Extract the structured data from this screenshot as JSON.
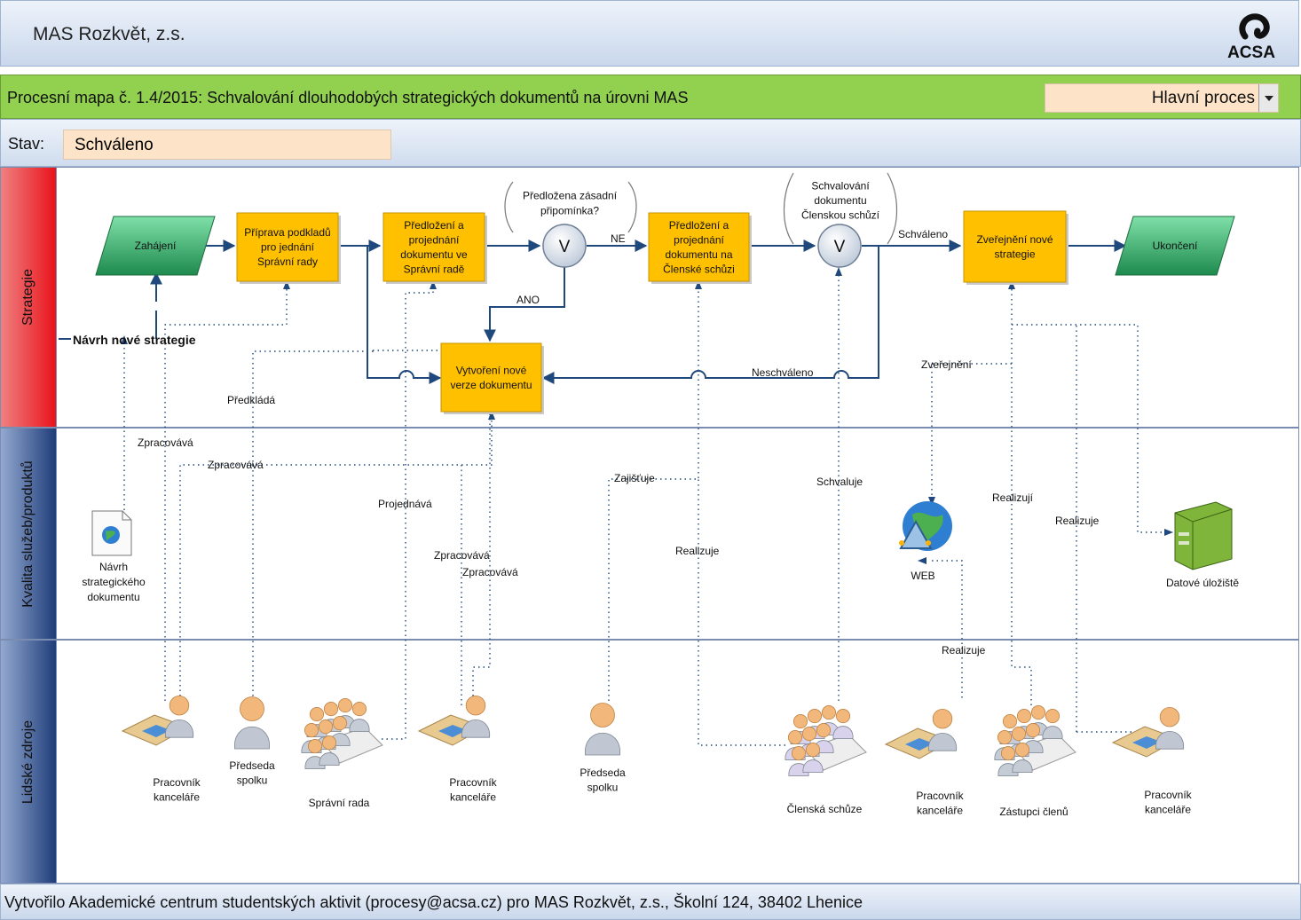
{
  "header": {
    "title": "MAS Rozkvět, z.s.",
    "logo_text": "ACSA"
  },
  "titlebar": {
    "title": "Procesní mapa č. 1.4/2015: Schvalování dlouhodobých strategických dokumentů na úrovni MAS",
    "process_type": "Hlavní proces"
  },
  "state": {
    "label": "Stav:",
    "value": "Schváleno"
  },
  "lanes": {
    "strategy": "Strategie",
    "quality": "Kvalita služeb/produktů",
    "people": "Lidské zdroje"
  },
  "colors": {
    "green_bar": "#92d050",
    "task": "#ffc000",
    "event": "#2e9e5e",
    "lane_strategy": "#e8131b",
    "lane_other": "#1f3d7a",
    "flow": "#1f497d"
  },
  "process": {
    "start": "Zahájení",
    "end": "Ukončení",
    "tasks": {
      "t1": [
        "Příprava podkladů",
        "pro jednání",
        "Správní rady"
      ],
      "t2": [
        "Předložení a",
        "projednání",
        "dokumentu ve",
        "Správní radě"
      ],
      "t3": [
        "Předložení a",
        "projednání",
        "dokumentu na",
        "Členské schůzi"
      ],
      "t4": [
        "Zveřejnění nové",
        "strategie"
      ],
      "t5": [
        "Vytvoření nové",
        "verze dokumentu"
      ]
    },
    "gateways": {
      "g1": "V",
      "g2": "V"
    },
    "gateway_notes": {
      "g1": [
        "Předložena zásadní",
        "připomínka?"
      ],
      "g2": [
        "Schvalování",
        "dokumentu",
        "Členskou schůzí"
      ]
    },
    "flow_labels": {
      "ne": "NE",
      "ano": "ANO",
      "schvaleno": "Schváleno",
      "neschvaleno": "Neschváleno"
    },
    "trigger": "Návrh nové strategie"
  },
  "relations": {
    "zpracovava": "Zpracovává",
    "predklada": "Předkládá",
    "projednava": "Projednává",
    "zajistuje": "Zajišťuje",
    "realizuje": "Realizuje",
    "schvaluje": "Schvaluje",
    "zverejneni": "Zveřejnění",
    "realizuji": "Realizují"
  },
  "products": {
    "doc": [
      "Návrh",
      "strategického",
      "dokumentu"
    ],
    "web": "WEB",
    "storage": "Datové úložiště"
  },
  "people": {
    "pk1": [
      "Pracovník",
      "kanceláře"
    ],
    "ps1": [
      "Předseda",
      "spolku"
    ],
    "sr": "Správní rada",
    "pk2": [
      "Pracovník",
      "kanceláře"
    ],
    "ps2": [
      "Předseda",
      "spolku"
    ],
    "cs": "Členská schůze",
    "pk3": [
      "Pracovník",
      "kanceláře"
    ],
    "zc": "Zástupci členů",
    "pk4": [
      "Pracovník",
      "kanceláře"
    ]
  },
  "footer": {
    "text": "Vytvořilo Akademické centrum studentských aktivit (procesy@acsa.cz) pro MAS Rozkvět, z.s., Školní 124, 38402 Lhenice"
  }
}
